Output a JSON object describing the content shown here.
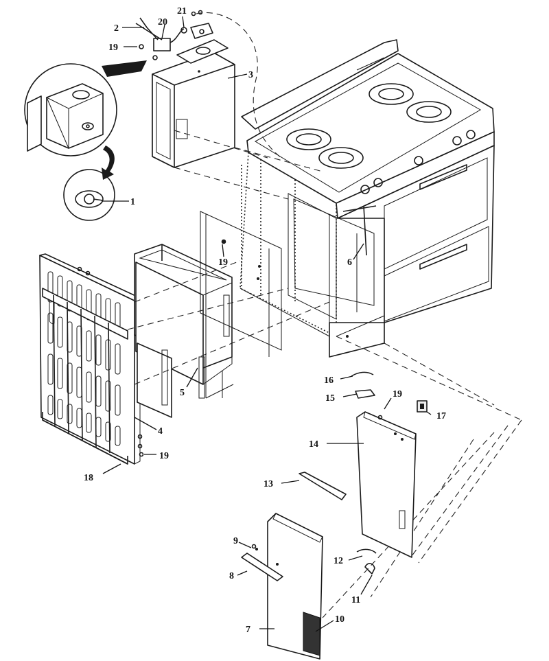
{
  "callouts": [
    {
      "id": "c1",
      "text": "1"
    },
    {
      "id": "c2",
      "text": "2"
    },
    {
      "id": "c3",
      "text": "3"
    },
    {
      "id": "c4",
      "text": "4"
    },
    {
      "id": "c5",
      "text": "5"
    },
    {
      "id": "c6",
      "text": "6"
    },
    {
      "id": "c7",
      "text": "7"
    },
    {
      "id": "c8",
      "text": "8"
    },
    {
      "id": "c9",
      "text": "9"
    },
    {
      "id": "c10",
      "text": "10"
    },
    {
      "id": "c11",
      "text": "11"
    },
    {
      "id": "c12",
      "text": "12"
    },
    {
      "id": "c13",
      "text": "13"
    },
    {
      "id": "c14",
      "text": "14"
    },
    {
      "id": "c15",
      "text": "15"
    },
    {
      "id": "c16",
      "text": "16"
    },
    {
      "id": "c17",
      "text": "17"
    },
    {
      "id": "c18",
      "text": "18"
    },
    {
      "id": "c19a",
      "text": "19"
    },
    {
      "id": "c19b",
      "text": "19"
    },
    {
      "id": "c19c",
      "text": "19"
    },
    {
      "id": "c19d",
      "text": "19"
    },
    {
      "id": "c20",
      "text": "20"
    },
    {
      "id": "c21",
      "text": "21"
    }
  ]
}
